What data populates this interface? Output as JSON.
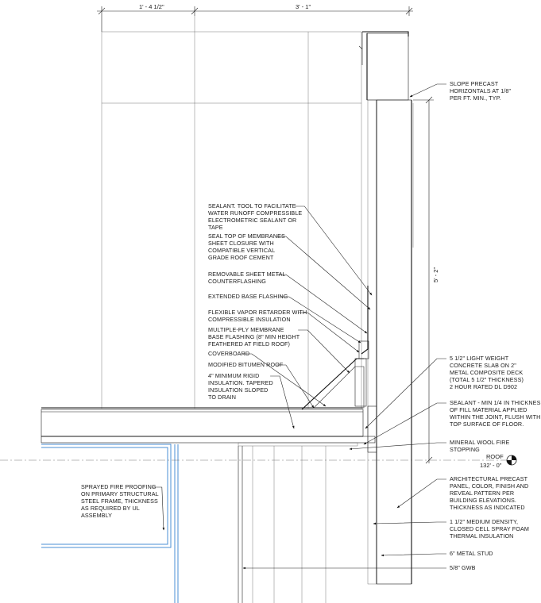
{
  "dimensions": {
    "top_left": "1' - 4 1/2\"",
    "top_right": "3' - 1\"",
    "vertical": "5' - 2\""
  },
  "level_marker": {
    "name": "ROOF",
    "elevation": "132' - 0\""
  },
  "left_notes": [
    {
      "id": "sealant-tool",
      "lines": [
        "SEALANT. TOOL TO FACILITATE",
        "WATER RUNOFF COMPRESSIBLE",
        "ELECTROMETRIC SEALANT OR",
        "TAPE"
      ]
    },
    {
      "id": "seal-top",
      "lines": [
        "SEAL TOP OF MEMBRANES",
        "SHEET CLOSURE WITH",
        "COMPATIBLE VERTICAL",
        "GRADE ROOF CEMENT"
      ]
    },
    {
      "id": "counterflashing",
      "lines": [
        "REMOVABLE SHEET METAL",
        "COUNTERFLASHING"
      ]
    },
    {
      "id": "base-flashing",
      "lines": [
        "EXTENDED BASE FLASHING"
      ]
    },
    {
      "id": "vapor-retarder",
      "lines": [
        "FLEXIBLE VAPOR RETARDER WITH",
        "COMPRESSIBLE INSULATION"
      ]
    },
    {
      "id": "multi-ply",
      "lines": [
        "MULTIPLE-PLY MEMBRANE",
        "BASE FLASHING (8\" MIN HEIGHT",
        "FEATHERED  AT FIELD ROOF)"
      ]
    },
    {
      "id": "coverboard",
      "lines": [
        "COVERBOARD"
      ]
    },
    {
      "id": "modified-bitumen",
      "lines": [
        "MODIFIED BITUMEN ROOF"
      ]
    },
    {
      "id": "rigid-insulation",
      "lines": [
        "4\" MINIMUM RIGID",
        "INSULATION. TAPERED",
        "INSULATION SLOPED",
        "TO DRAIN"
      ]
    },
    {
      "id": "fire-proofing",
      "lines": [
        "SPRAYED FIRE PROOFING",
        "ON PRIMARY STRUCTURAL",
        "STEEL FRAME, THICKNESS",
        "AS REQUIRED BY UL",
        "ASSEMBLY"
      ]
    }
  ],
  "right_notes": [
    {
      "id": "slope-precast",
      "lines": [
        "SLOPE PRECAST",
        "HORIZONTALS AT 1/8\"",
        "PER FT. MIN., TYP."
      ]
    },
    {
      "id": "concrete-slab",
      "lines": [
        "5 1/2\" LIGHT WEIGHT",
        "CONCRETE SLAB ON 2\"",
        "METAL COMPOSITE DECK",
        "(TOTAL 5 1/2\" THICKNESS)",
        "2 HOUR RATED  DL D902"
      ]
    },
    {
      "id": "sealant-min",
      "lines": [
        "SEALANT - MIN 1/4 IN THICKNESS",
        "OF FILL MATERIAL APPLIED",
        "WITHIN THE JOINT, FLUSH WITH",
        "TOP SURFACE OF FLOOR."
      ]
    },
    {
      "id": "mineral-wool",
      "lines": [
        "MINERAL WOOL FIRE",
        "STOPPING"
      ]
    },
    {
      "id": "precast-panel",
      "lines": [
        "ARCHITECTURAL PRECAST",
        "PANEL, COLOR, FINISH AND",
        "REVEAL PATTERN PER",
        "BUILDING ELEVATIONS.",
        "THICKNESS AS INDICATED"
      ]
    },
    {
      "id": "spray-foam",
      "lines": [
        "1 1/2\" MEDIUM DENSITY,",
        "CLOSED CELL SPRAY FOAM",
        "THERMAL INSULATION"
      ]
    },
    {
      "id": "metal-stud",
      "lines": [
        "6\" METAL STUD"
      ]
    },
    {
      "id": "gwb",
      "lines": [
        "5/8\" GWB"
      ]
    }
  ]
}
